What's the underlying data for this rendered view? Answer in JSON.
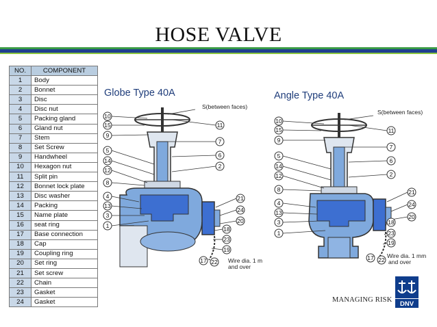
{
  "title": "HOSE VALVE",
  "table": {
    "headers": [
      "NO.",
      "COMPONENT"
    ],
    "rows": [
      [
        "1",
        "Body"
      ],
      [
        "2",
        "Bonnet"
      ],
      [
        "3",
        "Disc"
      ],
      [
        "4",
        "Disc nut"
      ],
      [
        "5",
        "Packing gland"
      ],
      [
        "6",
        "Gland nut"
      ],
      [
        "7",
        "Stem"
      ],
      [
        "8",
        "Set Screw"
      ],
      [
        "9",
        "Handwheel"
      ],
      [
        "10",
        "Hexagon nut"
      ],
      [
        "11",
        "Split pin"
      ],
      [
        "12",
        "Bonnet lock plate"
      ],
      [
        "13",
        "Disc washer"
      ],
      [
        "14",
        "Packing"
      ],
      [
        "15",
        "Name plate"
      ],
      [
        "16",
        "seat ring"
      ],
      [
        "17",
        "Base connection"
      ],
      [
        "18",
        "Cap"
      ],
      [
        "19",
        "Coupling ring"
      ],
      [
        "20",
        "Set ring"
      ],
      [
        "21",
        "Set screw"
      ],
      [
        "22",
        "Chain"
      ],
      [
        "23",
        "Gasket"
      ],
      [
        "24",
        "Gasket"
      ]
    ]
  },
  "globe": {
    "title": "Globe Type 40A",
    "s_label": "S(between faces)",
    "wire_line1": "Wire dia. 1 m",
    "wire_line2": "and over"
  },
  "angle": {
    "title": "Angle Type 40A",
    "s_label": "S(between faces)",
    "wire_line1": "Wire dia. 1 mm",
    "wire_line2": "and over"
  },
  "footer": "MANAGING RISK",
  "logo_text": "DNV",
  "colors": {
    "rule_green": "#3a9a46",
    "rule_blue": "#1f3f8f",
    "table_header": "#b9cde0",
    "table_no_cell": "#c9d8e8",
    "diagram_title": "#1e3c7a",
    "valve_body": "#7fa9dd",
    "valve_fill": "#3d6fd1",
    "logo_blue": "#0f3d8c"
  }
}
